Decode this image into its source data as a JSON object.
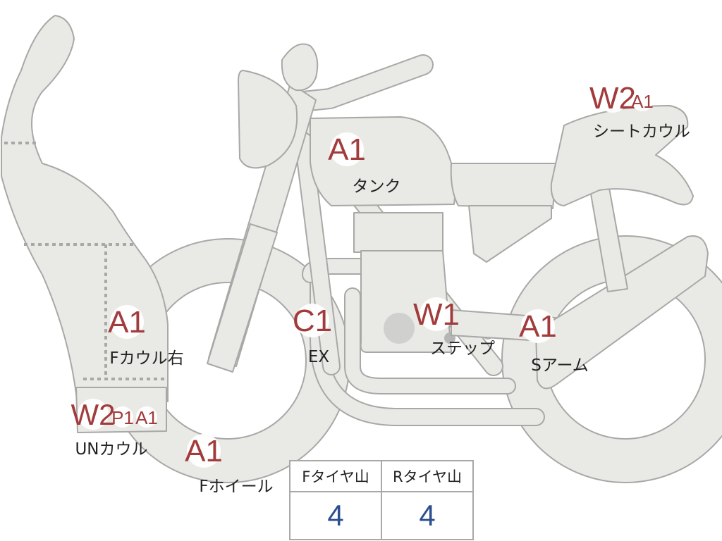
{
  "parts": [
    {
      "id": "f-cowl-right",
      "codes": [
        {
          "text": "A1",
          "color": "#a23b3b"
        }
      ],
      "label": "Fカウル右"
    },
    {
      "id": "under-cowl",
      "codes": [
        {
          "text": "W2",
          "color": "#a23b3b"
        },
        {
          "text": "P1",
          "color": "#a23b3b"
        },
        {
          "text": "A1",
          "color": "#a23b3b"
        }
      ],
      "label": "UNカウル"
    },
    {
      "id": "f-wheel",
      "codes": [
        {
          "text": "A1",
          "color": "#a23b3b"
        }
      ],
      "label": "Fホイール"
    },
    {
      "id": "tank",
      "codes": [
        {
          "text": "A1",
          "color": "#a23b3b"
        }
      ],
      "label": "タンク"
    },
    {
      "id": "exhaust",
      "codes": [
        {
          "text": "C1",
          "color": "#a23b3b"
        }
      ],
      "label": "EX"
    },
    {
      "id": "step",
      "codes": [
        {
          "text": "W1",
          "color": "#a23b3b"
        }
      ],
      "label": "ステップ"
    },
    {
      "id": "swing-arm",
      "codes": [
        {
          "text": "A1",
          "color": "#a23b3b"
        }
      ],
      "label": "Sアーム"
    },
    {
      "id": "seat-cowl",
      "codes": [
        {
          "text": "W2",
          "color": "#a23b3b"
        },
        {
          "text": "A1",
          "color": "#a23b3b"
        }
      ],
      "label": "シートカウル"
    }
  ],
  "tyre_table": {
    "front": {
      "header": "Fタイヤ山",
      "value": "4"
    },
    "rear": {
      "header": "Rタイヤ山",
      "value": "4"
    }
  },
  "colors": {
    "part_fill": "#e9e9e6",
    "part_outline": "#a8a8a6",
    "code_text": "#a23b3b",
    "value_text": "#2c4f8f"
  }
}
